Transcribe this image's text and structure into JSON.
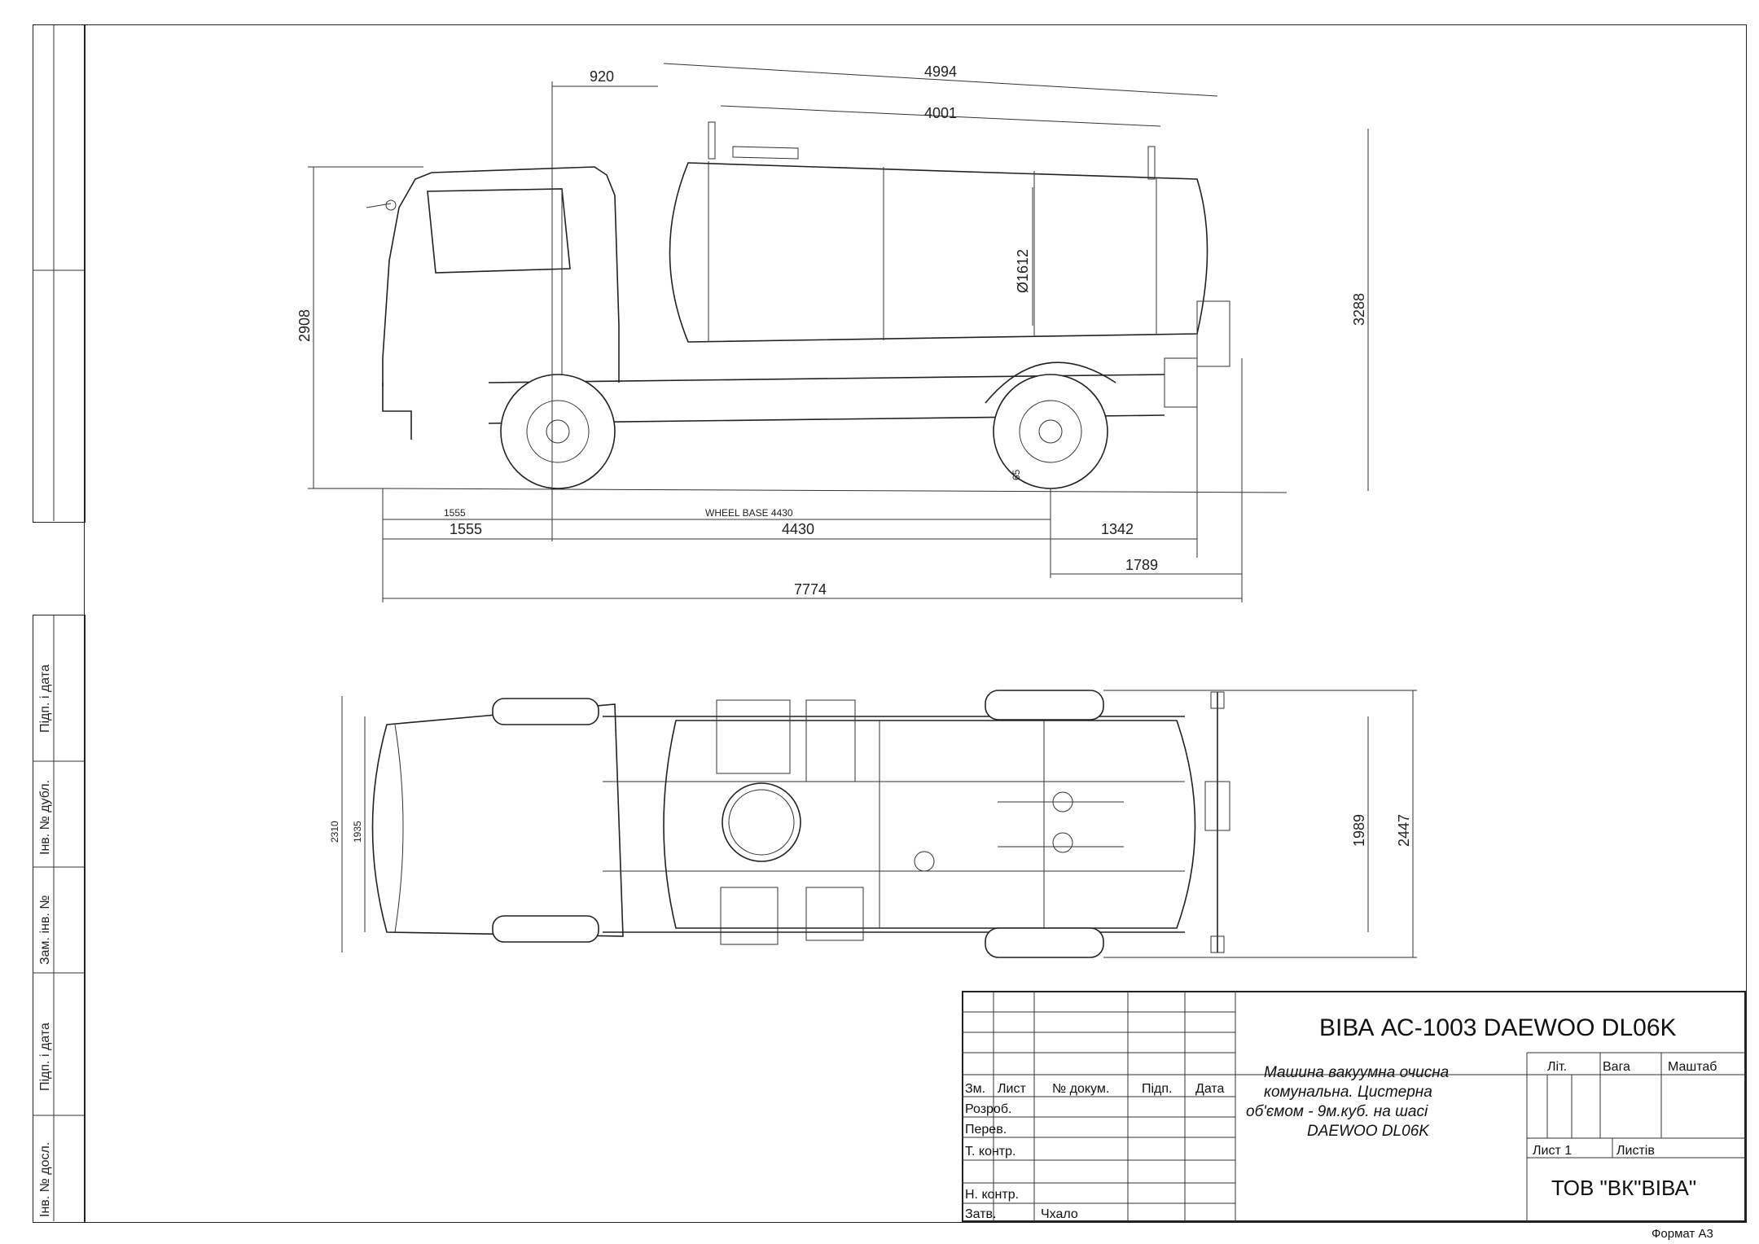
{
  "side_labels": [
    "Підп. і дата",
    "Інв. № дубл.",
    "Зам. інв. №",
    "Підп. і дата",
    "Інв. № досл."
  ],
  "dims_side": {
    "d920": "920",
    "d4994": "4994",
    "d4001": "4001",
    "d1612": "Ø1612",
    "d2908": "2908",
    "d3288": "3288",
    "d1555a": "1555",
    "wheelbase": "WHEEL BASE 4430",
    "d1555": "1555",
    "d4430": "4430",
    "d1342": "1342",
    "d1789": "1789",
    "d7774": "7774",
    "d65": "65"
  },
  "dims_top": {
    "d2310": "2310",
    "d1935": "1935",
    "d1989": "1989",
    "d2447": "2447"
  },
  "title_block": {
    "product": "ВІВА АС-1003 DAEWOO DL06K",
    "description_lines": [
      "Машина вакуумна очисна",
      "комунальна. Цистерна",
      "об'ємом - 9м.куб. на шасі",
      "DAEWOO DL06K"
    ],
    "col_headers": [
      "Зм.",
      "Лист",
      "№ докум.",
      "Підп.",
      "Дата"
    ],
    "rows": [
      "Розроб.",
      "Перев.",
      "Т. контр.",
      "",
      "Н. контр.",
      "Затв."
    ],
    "approver": "Чхало",
    "lit_label": "Літ.",
    "mass_label": "Вага",
    "scale_label": "Маштаб",
    "sheet_label": "Лист 1",
    "sheets_label": "Листів",
    "company": "ТОВ \"ВК\"ВІВА\"",
    "format": "Формат А3"
  }
}
